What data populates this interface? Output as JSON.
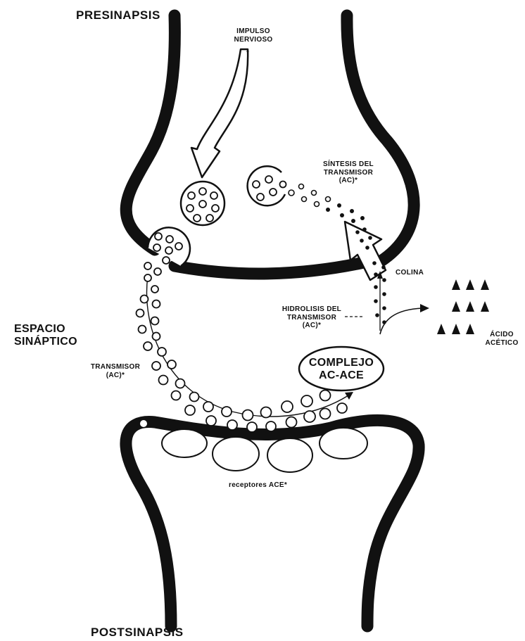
{
  "labels": {
    "presynapse": "PRESINAPSIS",
    "postsynapse": "POSTSINAPSIS",
    "nerve_impulse": "IMPULSO\nNERVIOSO",
    "synthesis": "SÍNTESIS DEL\nTRANSMISOR\n(AC)*",
    "synaptic_space": "ESPACIO\nSINÁPTICO",
    "choline": "COLINA",
    "hydrolysis": "HIDROLISIS DEL\nTRANSMISOR\n(AC)*",
    "acetic_acid": "ÁCIDO\nACÉTICO",
    "transmitter": "TRANSMISOR\n(AC)*",
    "complex": "COMPLEJO\nAC-ACE",
    "receptors": "receptores ACE*"
  },
  "colors": {
    "ink": "#111111",
    "background": "#ffffff"
  }
}
